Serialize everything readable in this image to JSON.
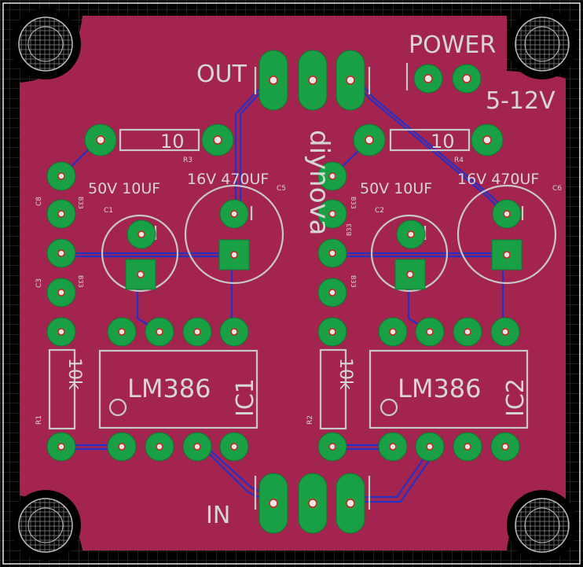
{
  "board": {
    "colors": {
      "background": "#000000",
      "grid": "#3a3a3a",
      "copper": "#a3244f",
      "silk": "#c8c8c8",
      "pad": "#19a045",
      "trace": "#2630c4",
      "via": "#e02020"
    }
  },
  "labels": {
    "out": "OUT",
    "in": "IN",
    "power": "POWER",
    "voltage": "5-12V",
    "brand": "diynova",
    "r3_value": "10",
    "r4_value": "10",
    "r1_value": "10k",
    "r2_value": "10k",
    "c1_spec": "50V 10UF",
    "c2_spec": "50V 10UF",
    "c5_spec": "16V 470UF",
    "c6_spec": "16V 470UF",
    "ic1_part": "LM386",
    "ic2_part": "LM386",
    "ic1_name": "IC1",
    "ic2_name": "IC2",
    "r1": "R1",
    "r2": "R2",
    "r3": "R3",
    "r4": "R4",
    "c1": "C1",
    "c2": "C2",
    "c3": "C3",
    "c5": "C5",
    "c6": "C6",
    "c8": "C8",
    "b33_a": "B33",
    "b33_b": "B33",
    "b33_c": "B33",
    "b33_d": "B33",
    "b33_e": "B33"
  }
}
